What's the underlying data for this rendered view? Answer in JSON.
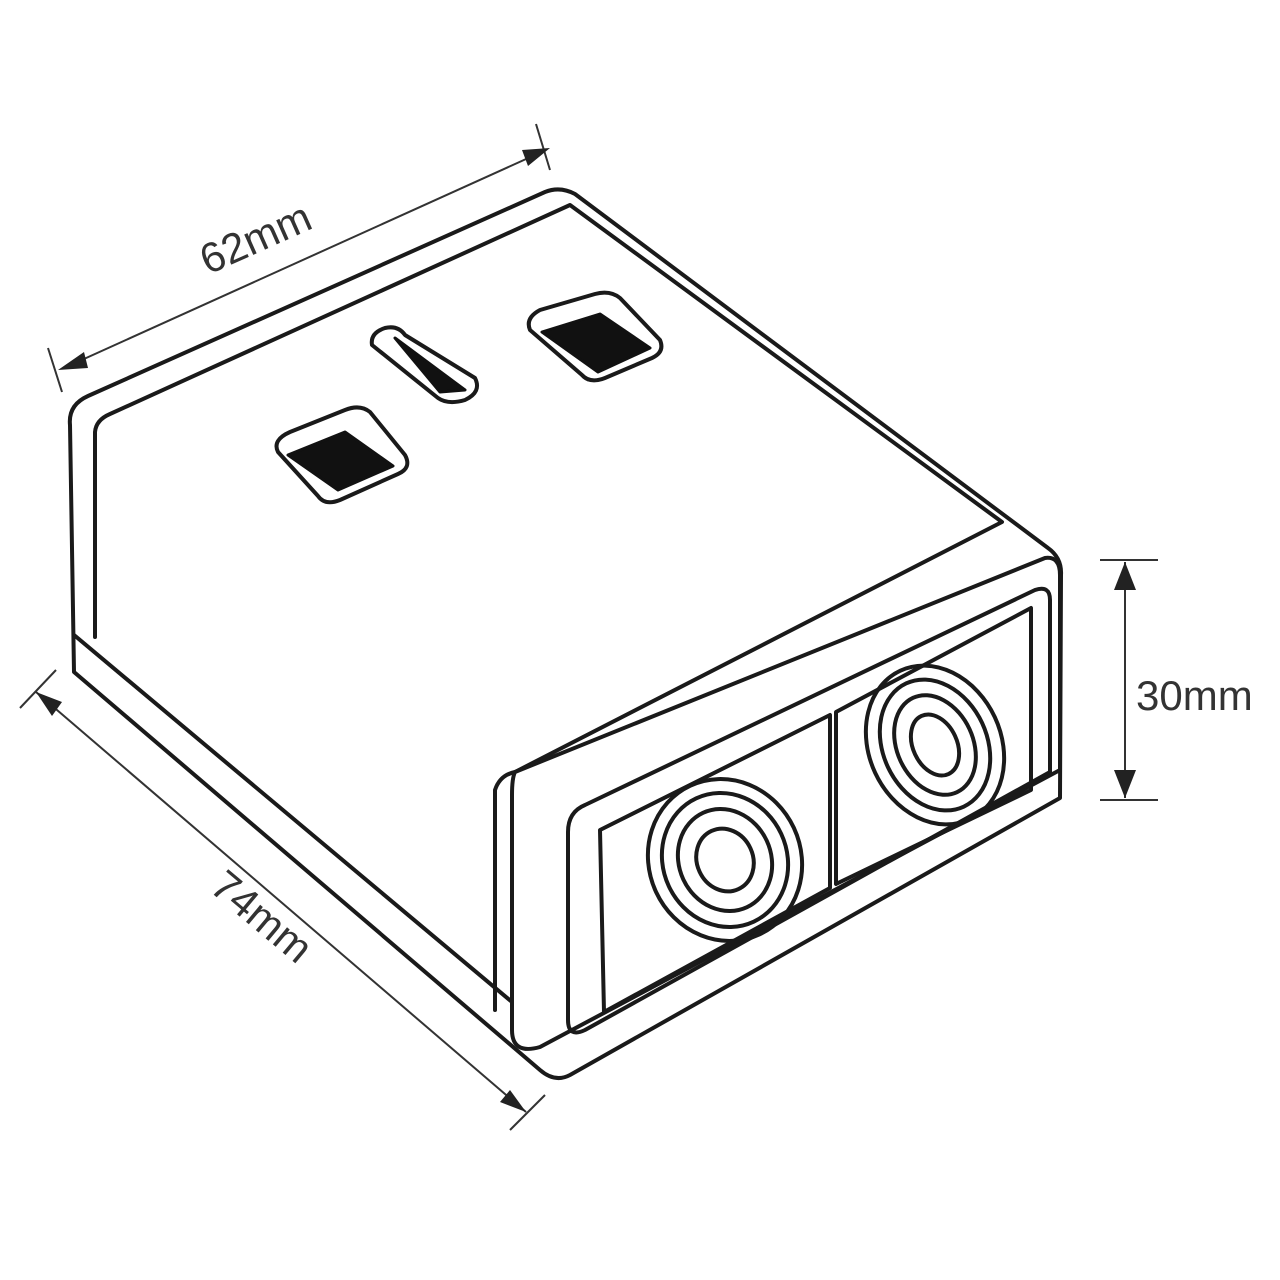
{
  "dimensions": {
    "width": "62mm",
    "height": "30mm",
    "depth": "74mm"
  }
}
